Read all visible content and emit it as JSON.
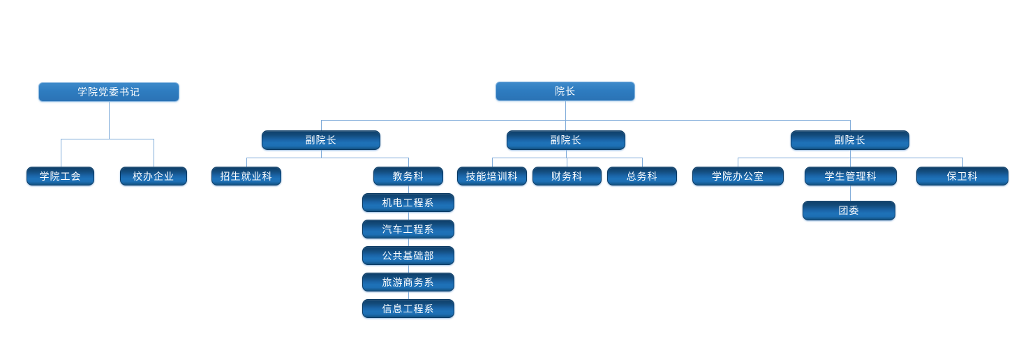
{
  "colors": {
    "background": "#FFFFFF",
    "light_node_fill": "#2E7CC0",
    "light_node_border": "#8AB7E0",
    "dark_node_fill_edge": "#0E3F69",
    "dark_node_fill_center": "#1E72B8",
    "dark_node_border": "#0A3A63",
    "node_text": "#FFFFFF",
    "connector": "#7FABD9"
  },
  "nodes": {
    "party_secretary": {
      "label": "学院党委书记"
    },
    "president": {
      "label": "院长"
    },
    "union": {
      "label": "学院工会"
    },
    "school_enterprise": {
      "label": "校办企业"
    },
    "vp1": {
      "label": "副院长"
    },
    "vp2": {
      "label": "副院长"
    },
    "vp3": {
      "label": "副院长"
    },
    "admissions_employment": {
      "label": "招生就业科"
    },
    "academic_affairs": {
      "label": "教务科"
    },
    "mechatronics_dept": {
      "label": "机电工程系"
    },
    "automotive_dept": {
      "label": "汽车工程系"
    },
    "public_basic_dept": {
      "label": "公共基础部"
    },
    "tourism_business_dept": {
      "label": "旅游商务系"
    },
    "information_eng_dept": {
      "label": "信息工程系"
    },
    "skills_training": {
      "label": "技能培训科"
    },
    "finance": {
      "label": "财务科"
    },
    "general_affairs": {
      "label": "总务科"
    },
    "college_office": {
      "label": "学院办公室"
    },
    "student_management": {
      "label": "学生管理科"
    },
    "security": {
      "label": "保卫科"
    },
    "youth_league": {
      "label": "团委"
    }
  },
  "hierarchy": [
    {
      "parent": "学院党委书记",
      "children": [
        "学院工会",
        "校办企业"
      ]
    },
    {
      "parent": "院长",
      "children": [
        "副院长",
        "副院长",
        "副院长"
      ]
    },
    {
      "parent": "副院长 (left)",
      "children": [
        "招生就业科",
        "教务科"
      ]
    },
    {
      "parent": "教务科",
      "children": [
        "机电工程系",
        "汽车工程系",
        "公共基础部",
        "旅游商务系",
        "信息工程系"
      ]
    },
    {
      "parent": "副院长 (middle)",
      "children": [
        "技能培训科",
        "财务科",
        "总务科"
      ]
    },
    {
      "parent": "副院长 (right)",
      "children": [
        "学院办公室",
        "学生管理科",
        "保卫科"
      ]
    },
    {
      "parent": "学生管理科",
      "children": [
        "团委"
      ]
    }
  ]
}
